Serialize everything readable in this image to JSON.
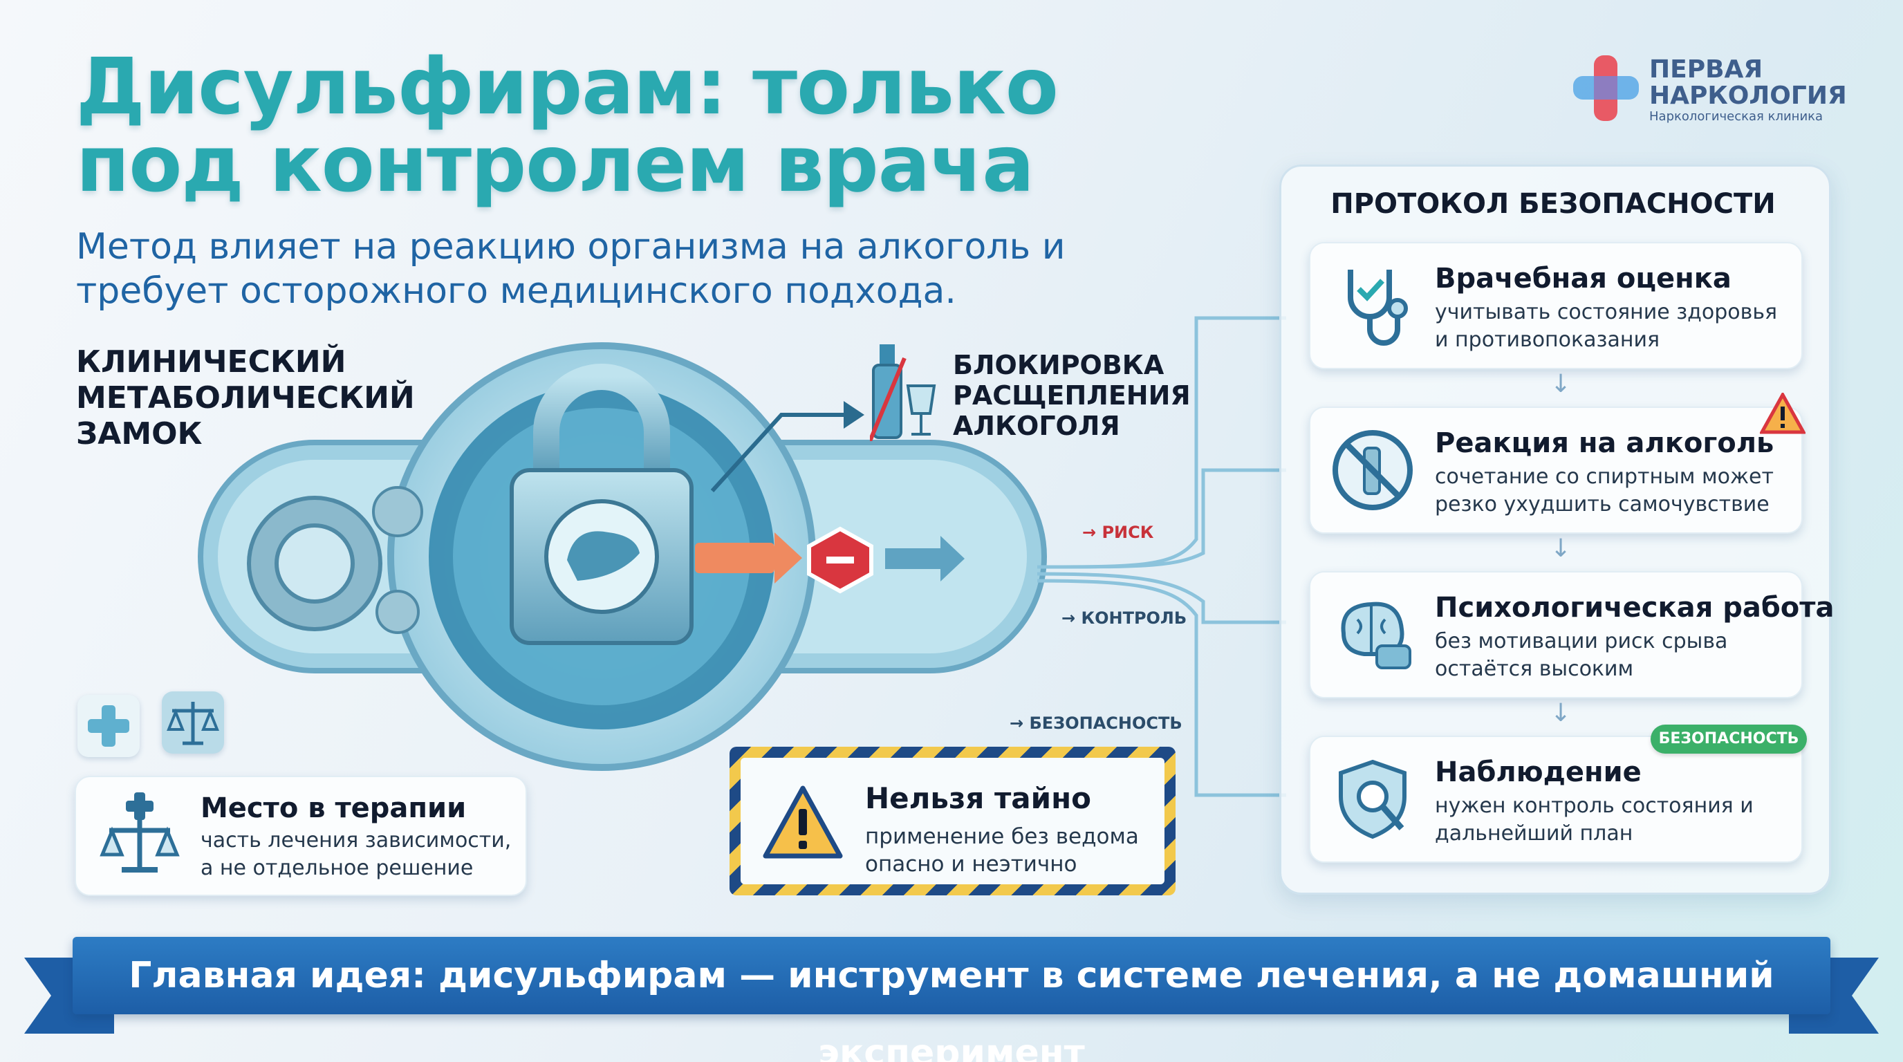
{
  "title": "Дисульфирам: только под контролем врача",
  "subtitle": "Метод влияет на реакцию организма на алкоголь и требует осторожного медицинского подхода.",
  "logo": {
    "name": "ПЕРВАЯ\nНАРКОЛОГИЯ",
    "tagline": "Наркологическая клиника"
  },
  "lock_label": "КЛИНИЧЕСКИЙ\nМЕТАБОЛИЧЕСКИЙ\nЗАМОК",
  "block_label": "БЛОКИРОВКА\nРАСЩЕПЛЕНИЯ\nАЛКОГОЛЯ",
  "flow_tags": {
    "risk": "→ РИСК",
    "control": "→ КОНТРОЛЬ",
    "safety": "→ БЕЗОПАСНОСТЬ"
  },
  "protocol": {
    "title": "ПРОТОКОЛ БЕЗОПАСНОСТИ",
    "steps": [
      {
        "title": "Врачебная оценка",
        "text": "учитывать состояние здоровья и противопоказания",
        "icon": "stethoscope-icon"
      },
      {
        "title": "Реакция на алкоголь",
        "text": "сочетание со спиртным может резко ухудшить самочувствие",
        "icon": "no-alcohol-icon"
      },
      {
        "title": "Психологическая работа",
        "text": "без мотивации риск срыва остаётся высоким",
        "icon": "brain-icon"
      },
      {
        "title": "Наблюдение",
        "text": "нужен контроль состояния и дальнейший план",
        "icon": "shield-search-icon"
      }
    ],
    "safety_badge": "БЕЗОПАСНОСТЬ"
  },
  "therapy": {
    "title": "Место в терапии",
    "text": "часть лечения зависимости, а не отдельное решение"
  },
  "warning": {
    "title": "Нельзя тайно",
    "text": "применение без ведома опасно и неэтично"
  },
  "banner": "Главная идея: дисульфирам — инструмент в системе лечения, а не домашний эксперимент",
  "colors": {
    "title": "#2aa9b0",
    "subtitle": "#1f64a4",
    "banner": "#1e5ea6",
    "risk": "#c8323a",
    "safety_badge": "#3bb069",
    "warning_stripe_dark": "#1e4a86",
    "warning_stripe_light": "#f2c94c"
  }
}
